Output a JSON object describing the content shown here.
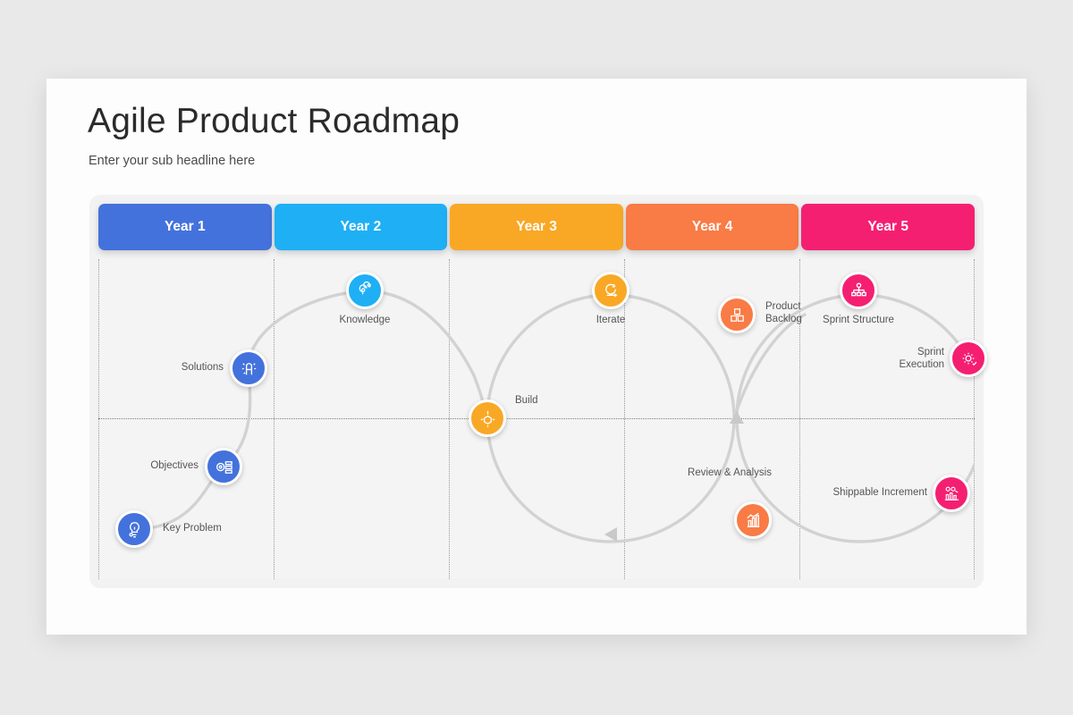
{
  "slide": {
    "title": "Agile Product Roadmap",
    "subtitle": "Enter your sub headline here"
  },
  "years": [
    {
      "label": "Year 1",
      "color": "#4472dc"
    },
    {
      "label": "Year 2",
      "color": "#1faff5"
    },
    {
      "label": "Year 3",
      "color": "#f9a825"
    },
    {
      "label": "Year 4",
      "color": "#f97b45"
    },
    {
      "label": "Year 5",
      "color": "#f51f72"
    }
  ],
  "nodes": [
    {
      "label": "Key Problem",
      "icon": "lightbulb-idea-icon",
      "color": "#4472dc"
    },
    {
      "label": "Objectives",
      "icon": "target-checklist-icon",
      "color": "#4472dc"
    },
    {
      "label": "Solutions",
      "icon": "puzzle-idea-icon",
      "color": "#4472dc"
    },
    {
      "label": "Knowledge",
      "icon": "two-heads-gear-icon",
      "color": "#1faff5"
    },
    {
      "label": "Build",
      "icon": "cube-build-icon",
      "color": "#f9a825"
    },
    {
      "label": "Iterate",
      "icon": "cycle-arrow-icon",
      "color": "#f9a825"
    },
    {
      "label": "Product\nBacklog",
      "icon": "backlog-stack-icon",
      "color": "#f97b45"
    },
    {
      "label": "Review & Analysis",
      "icon": "bar-chart-growth-icon",
      "color": "#f97b45"
    },
    {
      "label": "Sprint Structure",
      "icon": "hierarchy-tree-icon",
      "color": "#f51f72"
    },
    {
      "label": "Sprint\nExecution",
      "icon": "gear-refresh-icon",
      "color": "#f51f72"
    },
    {
      "label": "Shippable Increment",
      "icon": "kpi-dashboard-icon",
      "color": "#f51f72"
    }
  ],
  "chart_data": {
    "type": "diagram",
    "title": "Agile Product Roadmap",
    "subtitle": "Enter your sub headline here",
    "layout": "five-column timeline with S-curve and looping cycles",
    "columns": [
      "Year 1",
      "Year 2",
      "Year 3",
      "Year 4",
      "Year 5"
    ],
    "milestones": [
      {
        "column": "Year 1",
        "label": "Key Problem",
        "row": "lower"
      },
      {
        "column": "Year 1",
        "label": "Objectives",
        "row": "lower"
      },
      {
        "column": "Year 1",
        "label": "Solutions",
        "row": "upper"
      },
      {
        "column": "Year 2",
        "label": "Knowledge",
        "row": "upper"
      },
      {
        "column": "Year 3",
        "label": "Build",
        "row": "middle"
      },
      {
        "column": "Year 3",
        "label": "Iterate",
        "row": "upper"
      },
      {
        "column": "Year 4",
        "label": "Product Backlog",
        "row": "upper"
      },
      {
        "column": "Year 4",
        "label": "Review & Analysis",
        "row": "lower"
      },
      {
        "column": "Year 5",
        "label": "Sprint Structure",
        "row": "upper"
      },
      {
        "column": "Year 5",
        "label": "Sprint Execution",
        "row": "upper"
      },
      {
        "column": "Year 5",
        "label": "Shippable Increment",
        "row": "lower"
      }
    ],
    "grid": true,
    "legend": "none"
  }
}
